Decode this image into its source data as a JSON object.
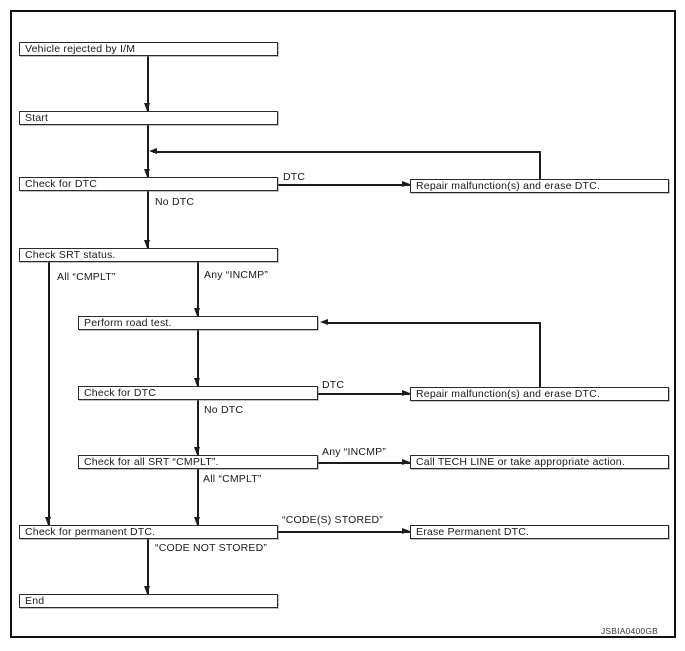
{
  "colors": {
    "line": "#1c1c1c",
    "box_border": "#2a2a2a",
    "background": "#ffffff"
  },
  "figure_code": "JSBIA0400GB",
  "nodes": {
    "vehicle_rejected": "Vehicle rejected by I/M",
    "start": "Start",
    "check_dtc_1": "Check for DTC",
    "check_srt": "Check SRT status.",
    "road_test": "Perform road test.",
    "check_dtc_2": "Check for DTC",
    "check_all_srt": "Check for all SRT “CMPLT”.",
    "check_permanent": "Check for permanent DTC.",
    "end": "End",
    "repair_1": "Repair malfunction(s) and erase DTC.",
    "repair_2": "Repair malfunction(s) and erase DTC.",
    "call_tech": "Call TECH LINE or take appropriate action.",
    "erase_permanent": "Erase Permanent DTC."
  },
  "edge_labels": {
    "dtc_1": "DTC",
    "no_dtc_1": "No DTC",
    "all_cmplt_left": "All “CMPLT”",
    "any_incmp_mid": "Any “INCMP”",
    "dtc_2": "DTC",
    "no_dtc_2": "No DTC",
    "any_incmp_right": "Any “INCMP”",
    "all_cmplt_mid": "All “CMPLT”",
    "codes_stored": "“CODE(S) STORED”",
    "code_not_stored": "“CODE NOT STORED”"
  }
}
